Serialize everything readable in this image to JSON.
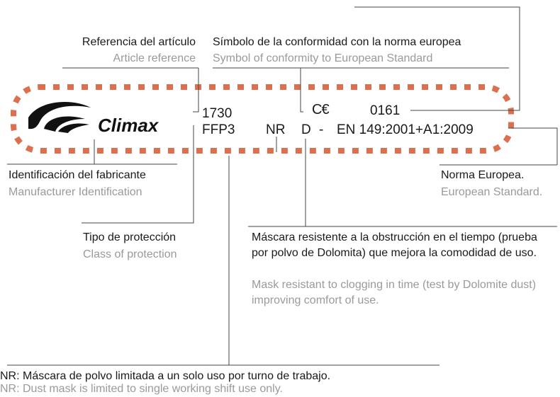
{
  "brand": {
    "name": "Climax"
  },
  "marking": {
    "article_number": "1730",
    "class": "FFP3",
    "nr": "NR",
    "d": "D",
    "dash": "-",
    "ce": "C€",
    "notified_body": "0161",
    "standard": "EN 149:2001+A1:2009"
  },
  "labels": {
    "article_reference": {
      "es": "Referencia del artículo",
      "en": "Article reference"
    },
    "conformity_symbol": {
      "es": "Símbolo de la conformidad con la norma europea",
      "en": "Symbol of conformity to European Standard"
    },
    "manufacturer_id": {
      "es": "Identificación del fabricante",
      "en": "Manufacturer Identification"
    },
    "european_standard": {
      "es": "Norma Europea.",
      "en": "European Standard."
    },
    "protection_type": {
      "es": "Tipo de protección",
      "en": "Class of protection"
    },
    "dolomite": {
      "es": "Máscara resistente a la obstrucción en el tiempo (prueba por polvo de Dolomita) que mejora la comodidad de uso.",
      "en": "Mask resistant to clogging in time (test by Dolomite dust) improving comfort of use."
    },
    "nr_note": {
      "es": "NR: Máscara de polvo limitada a un solo uso por turno de trabajo.",
      "en": "NR: Dust mask is limited to single working shift use only."
    }
  },
  "colors": {
    "dashed_border": "#dd6f4f",
    "leader_lines": "#444444",
    "english_text": "#9a9a9a"
  }
}
